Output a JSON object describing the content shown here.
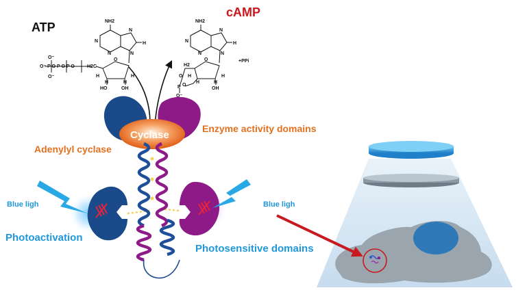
{
  "labels": {
    "atp": "ATP",
    "camp": "cAMP",
    "cyclase": "Cyclase",
    "enzyme_activity_domains": "Enzyme activity domains",
    "adenylyl_cyclase": "Adenylyl cyclase",
    "blue_light_left": "Blue ligh",
    "blue_light_right": "Blue ligh",
    "photoactivation": "Photoactivation",
    "photosensitive_domains": "Photosensitive domains",
    "ppi": "+PPi"
  },
  "chemistry": {
    "atp": {
      "nh2": "NH2",
      "n1": "N",
      "n3": "N",
      "n7": "N",
      "n9": "N",
      "h8": "H",
      "phosphate_chain": "O⁻  P  O  P  O  P  O",
      "o_minus_top": "O⁻",
      "o_minus_bottom": "O⁻",
      "h2c": "H2C",
      "o_ring": "O",
      "h_left": "H",
      "h_right": "H",
      "h_c2": "H",
      "h_c3": "H",
      "oh_left": "HO",
      "oh_right": "OH"
    },
    "camp": {
      "nh2": "NH2",
      "n1": "N",
      "n3": "N",
      "n7": "N",
      "n9": "N",
      "h8": "H",
      "h2": "H2",
      "o_ring": "O",
      "o_bridge": "O",
      "p": "P",
      "o_minus": "O⁻",
      "o_double": "O",
      "h_left": "H",
      "h_right": "H",
      "h_c2": "H",
      "h_c3": "H",
      "oh_right": "OH"
    }
  },
  "colors": {
    "label_orange": "#e2701f",
    "label_blue": "#1f97d9",
    "camp_red": "#c8191e",
    "domain_blue": "#1a4a8a",
    "domain_purple": "#8d1a86",
    "cyclase_glow": "#f07a2a",
    "light_blue": "#29a8e6",
    "cone": "#dbe9f4",
    "cell": "#9aa5ad",
    "nucleus": "#2f79b8",
    "highlight_red": "#c8191e"
  }
}
